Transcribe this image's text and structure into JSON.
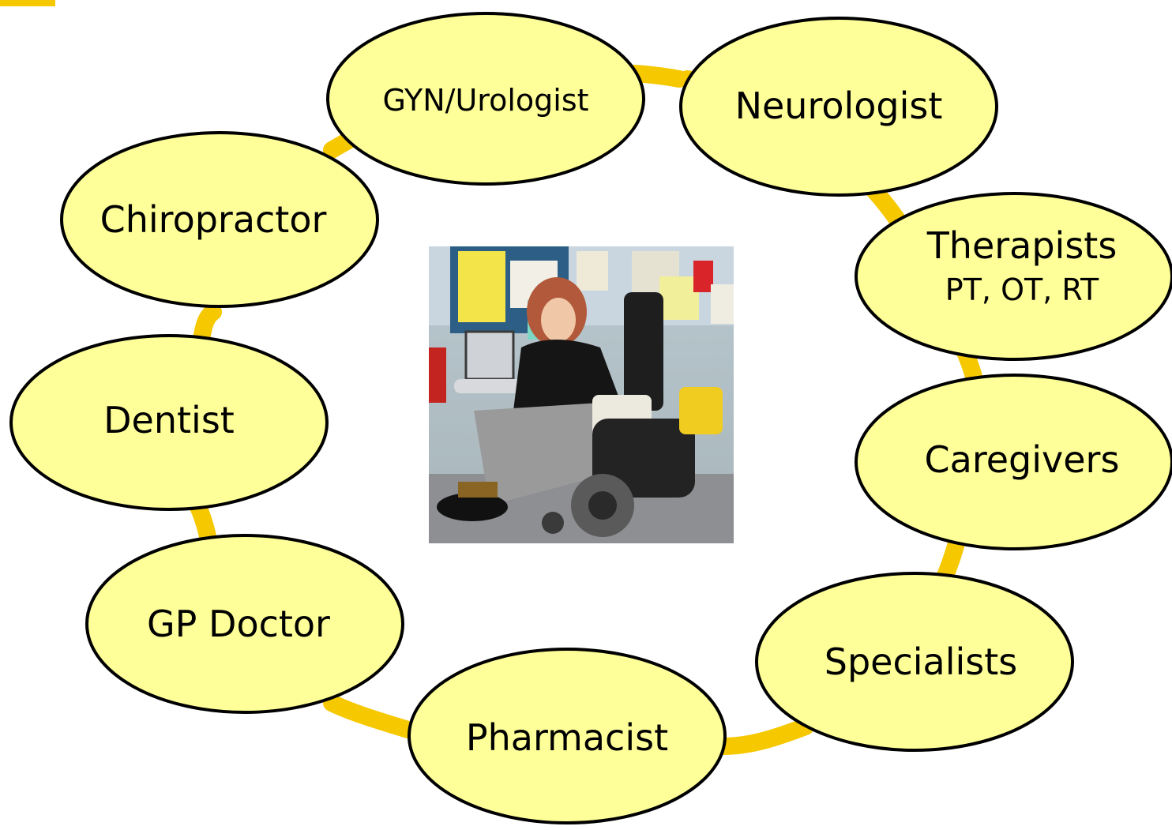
{
  "colors": {
    "ring": "#f5c800",
    "node_fill": "#ffff99",
    "node_stroke": "#000000",
    "corner_accent": "#f5c800"
  },
  "center_photo": {
    "alt_semantic": "person-in-wheelchair-photo"
  },
  "nodes": [
    {
      "id": "gyn-urologist",
      "label": "GYN/Urologist"
    },
    {
      "id": "neurologist",
      "label": "Neurologist"
    },
    {
      "id": "therapists",
      "label": "Therapists",
      "sublabel": "PT, OT, RT"
    },
    {
      "id": "caregivers",
      "label": "Caregivers"
    },
    {
      "id": "specialists",
      "label": "Specialists"
    },
    {
      "id": "pharmacist",
      "label": "Pharmacist"
    },
    {
      "id": "gp-doctor",
      "label": "GP Doctor"
    },
    {
      "id": "dentist",
      "label": "Dentist"
    },
    {
      "id": "chiropractor",
      "label": "Chiropractor"
    }
  ]
}
